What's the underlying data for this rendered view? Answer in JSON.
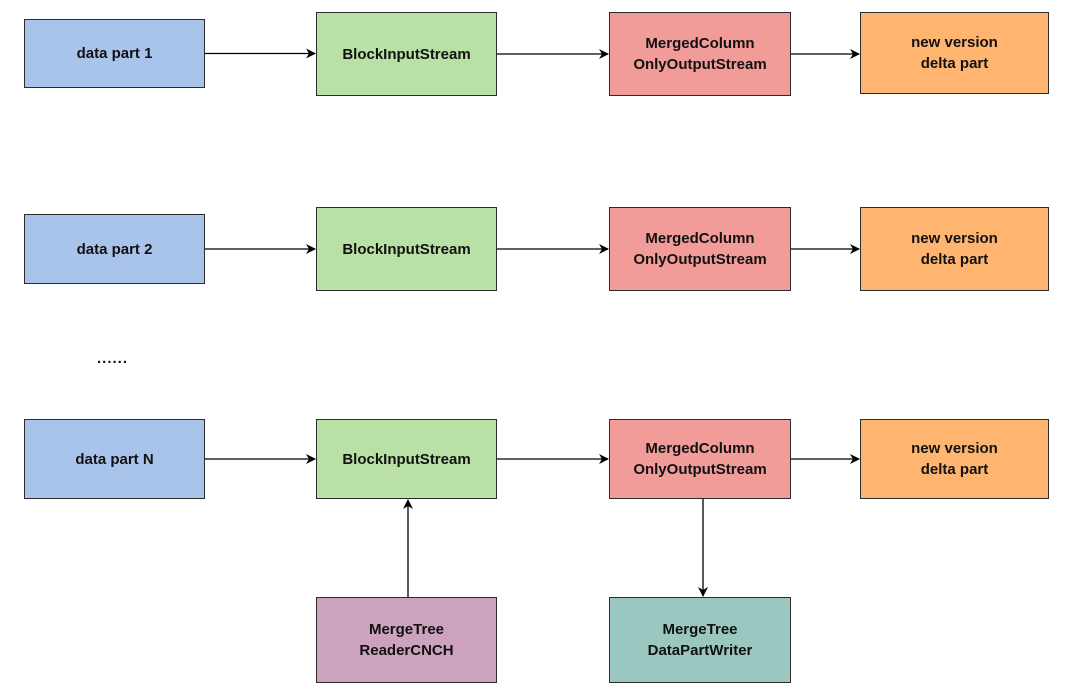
{
  "diagram": {
    "colors": {
      "blue": "#a9c4eb",
      "green": "#b9e0a5",
      "red": "#f19c99",
      "orange": "#ffb570",
      "purple": "#cda2be",
      "teal": "#9ac7bf",
      "stroke": "#2b2b2b",
      "arrow": "#000000"
    },
    "ellipsis": "......",
    "nodes": [
      {
        "id": "dp1",
        "lines": [
          "data part 1"
        ],
        "color": "blue"
      },
      {
        "id": "bis1",
        "lines": [
          "BlockInputStream"
        ],
        "color": "green"
      },
      {
        "id": "mcos1",
        "lines": [
          "MergedColumn",
          "OnlyOutputStream"
        ],
        "color": "red"
      },
      {
        "id": "nv1",
        "lines": [
          "new version",
          "delta part"
        ],
        "color": "orange"
      },
      {
        "id": "dp2",
        "lines": [
          "data part 2"
        ],
        "color": "blue"
      },
      {
        "id": "bis2",
        "lines": [
          "BlockInputStream"
        ],
        "color": "green"
      },
      {
        "id": "mcos2",
        "lines": [
          "MergedColumn",
          "OnlyOutputStream"
        ],
        "color": "red"
      },
      {
        "id": "nv2",
        "lines": [
          "new version",
          "delta part"
        ],
        "color": "orange"
      },
      {
        "id": "dpN",
        "lines": [
          "data part N"
        ],
        "color": "blue"
      },
      {
        "id": "bisN",
        "lines": [
          "BlockInputStream"
        ],
        "color": "green"
      },
      {
        "id": "mcosN",
        "lines": [
          "MergedColumn",
          "OnlyOutputStream"
        ],
        "color": "red"
      },
      {
        "id": "nvN",
        "lines": [
          "new version",
          "delta part"
        ],
        "color": "orange"
      },
      {
        "id": "reader",
        "lines": [
          "MergeTree",
          "ReaderCNCH"
        ],
        "color": "purple"
      },
      {
        "id": "writer",
        "lines": [
          "MergeTree",
          "DataPartWriter"
        ],
        "color": "teal"
      }
    ],
    "edges": [
      {
        "from": "dp1",
        "to": "bis1"
      },
      {
        "from": "bis1",
        "to": "mcos1"
      },
      {
        "from": "mcos1",
        "to": "nv1"
      },
      {
        "from": "dp2",
        "to": "bis2"
      },
      {
        "from": "bis2",
        "to": "mcos2"
      },
      {
        "from": "mcos2",
        "to": "nv2"
      },
      {
        "from": "dpN",
        "to": "bisN"
      },
      {
        "from": "bisN",
        "to": "mcosN"
      },
      {
        "from": "mcosN",
        "to": "nvN"
      },
      {
        "from": "reader",
        "to": "bisN"
      },
      {
        "from": "mcosN",
        "to": "writer"
      }
    ]
  }
}
